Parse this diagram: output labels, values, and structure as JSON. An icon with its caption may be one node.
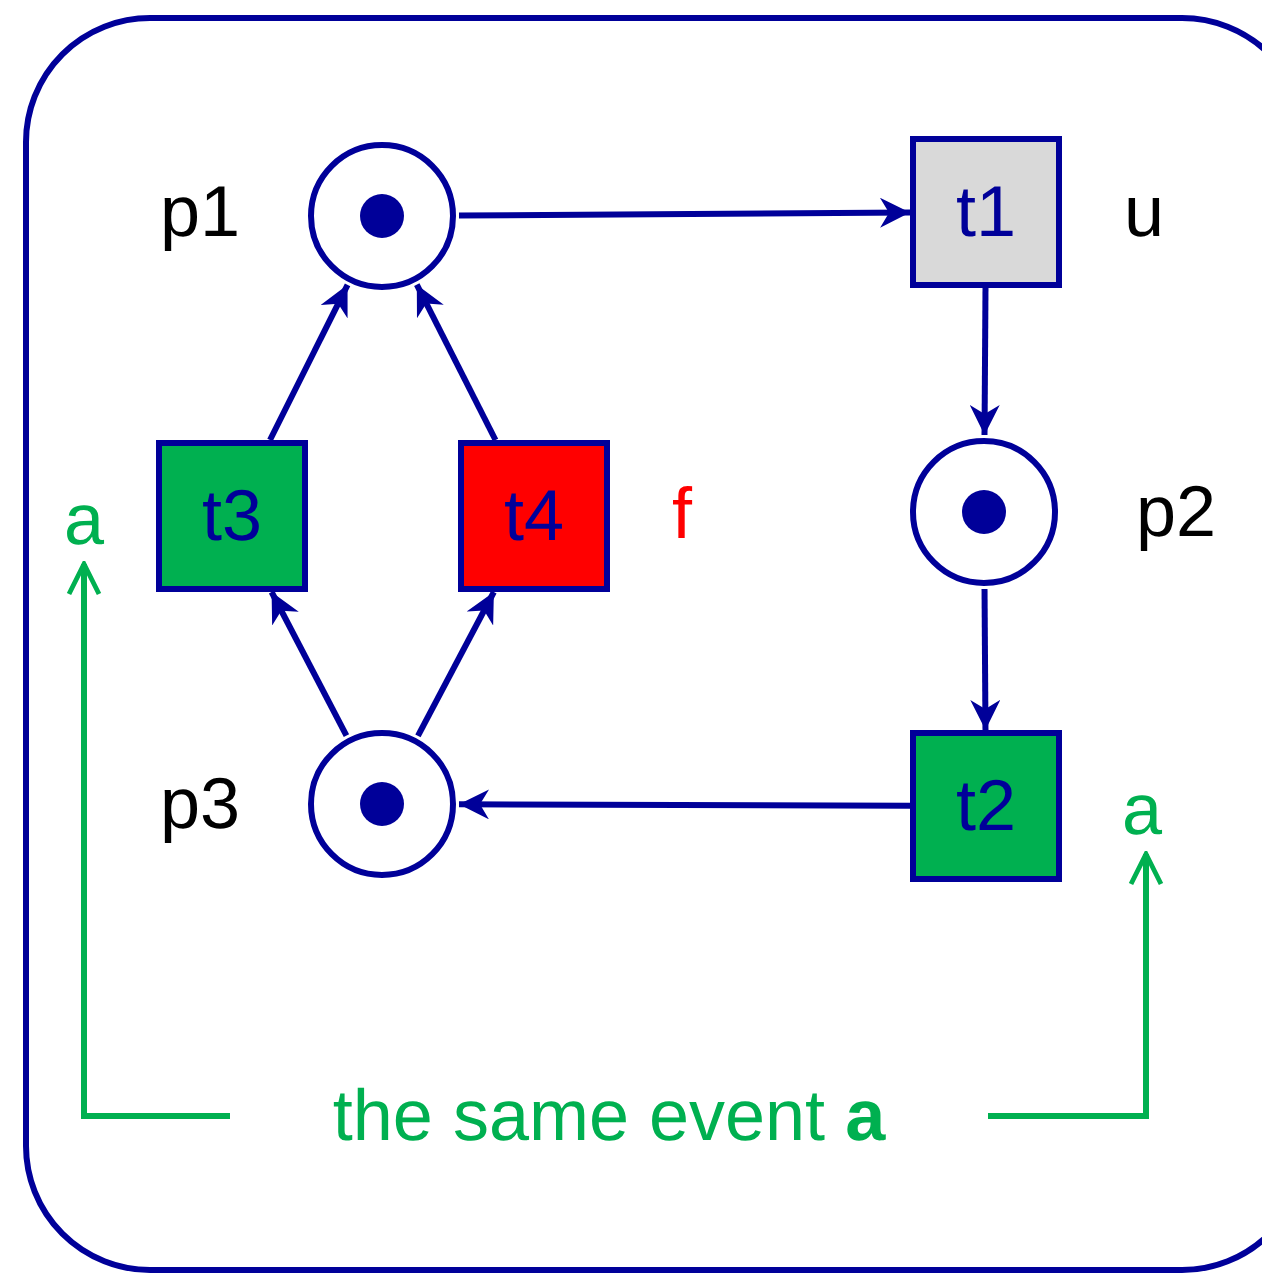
{
  "diagram": {
    "nodes": [
      {
        "text": [],
        "shape": "circle",
        "beside": [
          "p1"
        ]
      },
      {
        "text": [
          "t1"
        ],
        "beside": [
          "u"
        ]
      },
      {
        "text": [],
        "shape": "circle",
        "beside": [
          "p2"
        ]
      },
      {
        "text": [
          "t2"
        ]
      },
      {
        "text": [],
        "shape": "circle",
        "beside": [
          "p3"
        ]
      },
      {
        "text": [
          "t3"
        ]
      },
      {
        "text": [
          "t4"
        ],
        "beside": [
          "f"
        ]
      },
      {
        "text": [
          "a"
        ]
      },
      {
        "text": [
          "a"
        ]
      },
      {
        "text": [
          "the same event **a**"
        ]
      }
    ],
    "edges": [
      {
        "from": 0,
        "to": 1,
        "arrow": "to"
      },
      {
        "from": 1,
        "to": 2,
        "arrow": "to"
      },
      {
        "from": 2,
        "to": 3,
        "arrow": "to"
      },
      {
        "from": 3,
        "to": 4,
        "arrow": "to"
      },
      {
        "from": 4,
        "to": 5,
        "arrow": "to"
      },
      {
        "from": 4,
        "to": 6,
        "arrow": "to"
      },
      {
        "from": 5,
        "to": 0,
        "arrow": "to"
      },
      {
        "from": 6,
        "to": 0,
        "arrow": "to"
      },
      {
        "from": 9,
        "to": 7,
        "arrow": "to",
        "color": "#00b050"
      },
      {
        "from": 9,
        "to": 8,
        "arrow": "to",
        "color": "#00b050"
      }
    ]
  }
}
